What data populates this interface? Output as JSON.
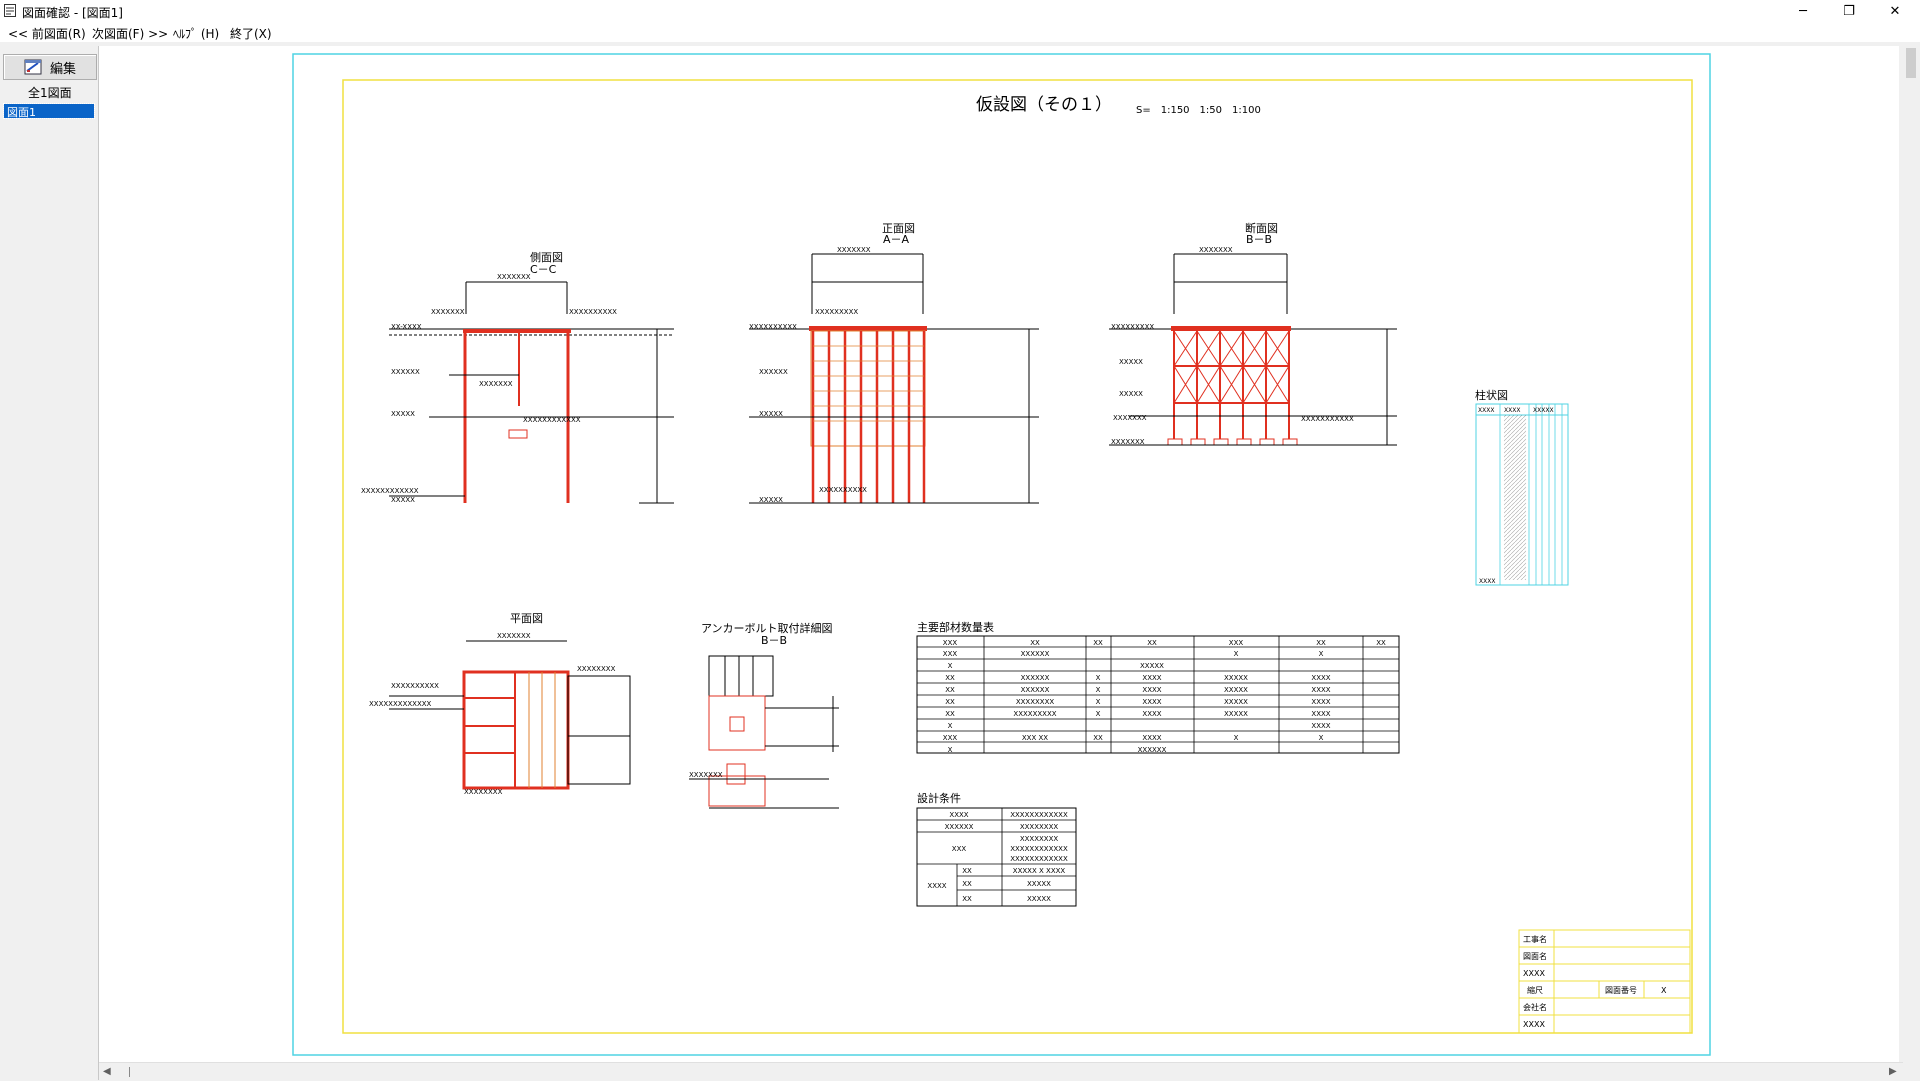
{
  "window": {
    "title": "図面確認 - [図面1]",
    "minimize": "─",
    "restore": "❐",
    "close": "✕"
  },
  "menu": {
    "prev": "<< 前図面(R)",
    "next": "次図面(F) >>",
    "help": "ﾍﾙﾌﾟ (H)",
    "exit": "終了(X)"
  },
  "sidebar": {
    "edit_label": "編集",
    "all_label": "全1図面",
    "selected_item": "図面1"
  },
  "drawing": {
    "title": "仮設図（その１）",
    "scale": "S=　1:150　1:50　1:100",
    "views": {
      "side": {
        "title": "側面図",
        "sub": "C－C"
      },
      "front": {
        "title": "正面図",
        "sub": "A－A"
      },
      "section": {
        "title": "断面図",
        "sub": "B－B"
      },
      "column": {
        "title": "柱状図"
      },
      "plan": {
        "title": "平面図"
      },
      "anchor": {
        "title": "アンカーボルト取付詳細図",
        "sub": "B－B"
      }
    },
    "quantity_table": {
      "title": "主要部材数量表",
      "headers": [
        "XXX",
        "XX",
        "XX",
        "XX",
        "XXX",
        "XX",
        "XX"
      ],
      "rows": [
        [
          "XXX",
          "XXXXXX",
          "",
          "",
          "X",
          "X",
          ""
        ],
        [
          "X",
          "",
          "",
          "XXXXX",
          "",
          "",
          ""
        ],
        [
          "XX",
          "XXXXXX",
          "X",
          "XXXX",
          "XXXXX",
          "XXXX",
          ""
        ],
        [
          "XX",
          "XXXXXX",
          "X",
          "XXXX",
          "XXXXX",
          "XXXX",
          ""
        ],
        [
          "XX",
          "XXXXXXXX",
          "X",
          "XXXX",
          "XXXXX",
          "XXXX",
          ""
        ],
        [
          "XX",
          "XXXXXXXXX",
          "X",
          "XXXX",
          "XXXXX",
          "XXXX",
          ""
        ],
        [
          "X",
          "",
          "",
          "",
          "",
          "XXXX",
          ""
        ],
        [
          "XXX",
          "XXX XX",
          "XX",
          "XXXX",
          "X",
          "X",
          ""
        ],
        [
          "X",
          "",
          "",
          "XXXXXX",
          "",
          "",
          ""
        ]
      ]
    },
    "design_table": {
      "title": "設計条件",
      "rows": [
        [
          "XXXX",
          "XXXXXXXXXXXX"
        ],
        [
          "XXXXXX",
          "XXXXXXXX"
        ],
        [
          "XXX",
          "XXXXXXXX"
        ],
        [
          "",
          "XXXXXXXXXXXX"
        ],
        [
          "",
          "XXXXXXXXXXXX"
        ],
        [
          "XXXX",
          "XX",
          "XXXXX X XXXX"
        ],
        [
          "",
          "XX",
          "XXXXX"
        ],
        [
          "",
          "XX",
          "XXXXX"
        ]
      ]
    },
    "title_block": {
      "rows": [
        "工事名",
        "図面名",
        "XXXX",
        "縮尺",
        "会社名",
        "XXXX"
      ],
      "drawing_no_label": "図面番号",
      "drawing_no_value": "X"
    }
  },
  "colors": {
    "border_cyan": "#4fd3e3",
    "border_yellow": "#f0e040",
    "structure_red": "#e03020",
    "orange": "#e08030",
    "selection_blue": "#0a64c8"
  }
}
